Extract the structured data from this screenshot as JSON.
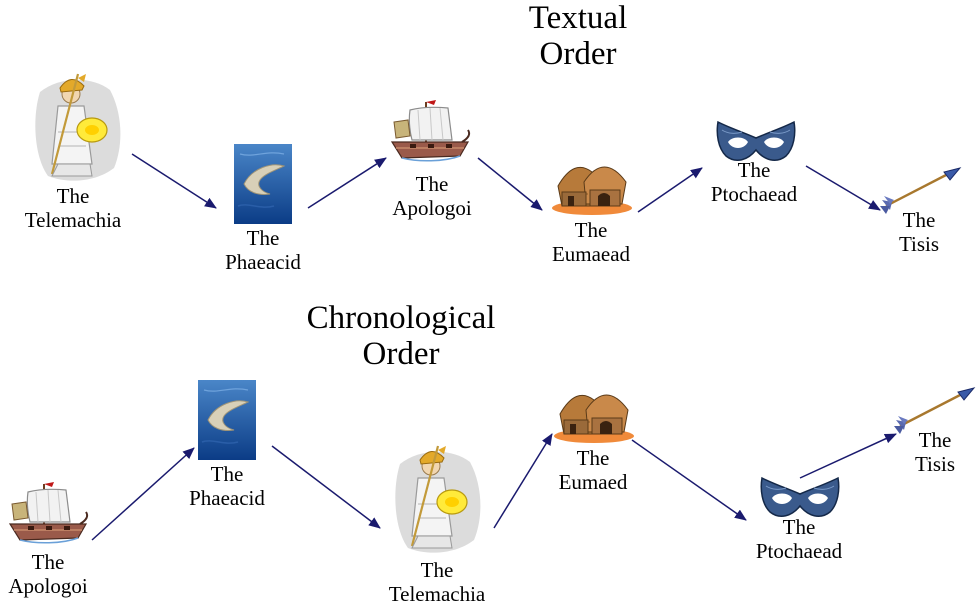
{
  "textual": {
    "title": [
      "Textual",
      "Order"
    ],
    "nodes": [
      {
        "icon": "athena-icon",
        "label": [
          "The",
          "Telemachia"
        ]
      },
      {
        "icon": "island-map-icon",
        "label": [
          "The",
          "Phaeacid"
        ]
      },
      {
        "icon": "ship-icon",
        "label": [
          "The",
          "Apologoi"
        ]
      },
      {
        "icon": "hut-icon",
        "label": [
          "The",
          "Eumaead"
        ]
      },
      {
        "icon": "mask-icon",
        "label": [
          "The",
          "Ptochaead"
        ]
      },
      {
        "icon": "arrow-icon",
        "label": [
          "The",
          "Tisis"
        ]
      }
    ]
  },
  "chronological": {
    "title": [
      "Chronological",
      "Order"
    ],
    "nodes": [
      {
        "icon": "ship-icon",
        "label": [
          "The",
          "Apologoi"
        ]
      },
      {
        "icon": "island-map-icon",
        "label": [
          "The",
          "Phaeacid"
        ]
      },
      {
        "icon": "athena-icon",
        "label": [
          "The",
          "Telemachia"
        ]
      },
      {
        "icon": "hut-icon",
        "label": [
          "The",
          "Eumaed"
        ]
      },
      {
        "icon": "mask-icon",
        "label": [
          "The",
          "Ptochaead"
        ]
      },
      {
        "icon": "arrow-icon",
        "label": [
          "The",
          "Tisis"
        ]
      }
    ]
  },
  "colors": {
    "arrow": "#1a1a6e",
    "text": "#000000"
  }
}
